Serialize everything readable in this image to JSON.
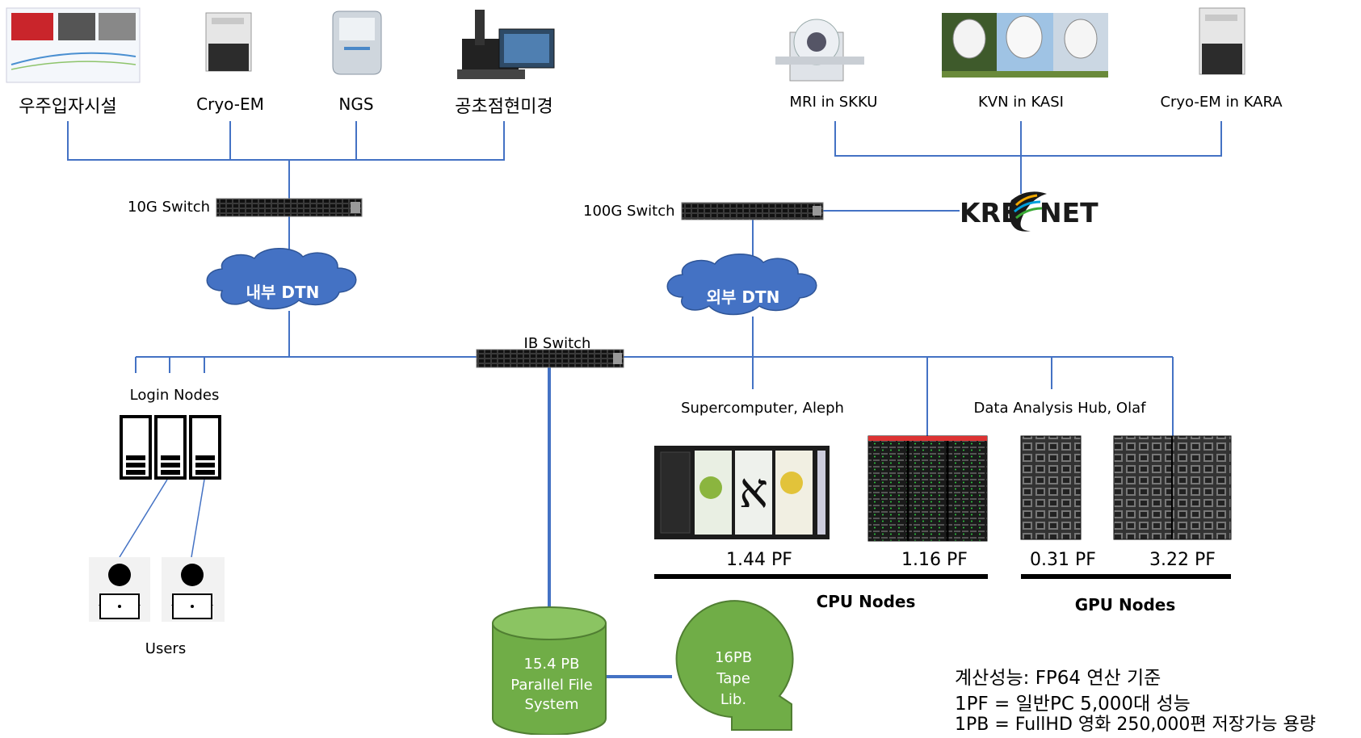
{
  "devices_left": {
    "cosmic_ray_facility": "우주입자시설",
    "cryo_em": "Cryo-EM",
    "ngs": "NGS",
    "confocal_microscope": "공초점현미경"
  },
  "devices_right": {
    "mri": "MRI in SKKU",
    "kvn": "KVN in KASI",
    "cryo_em_kara": "Cryo-EM in KARA"
  },
  "network": {
    "switch_10g": "10G Switch",
    "switch_100g": "100G Switch",
    "kreonet": "KREONET",
    "ib_switch": "IB Switch",
    "dtn_internal": "내부 DTN",
    "dtn_external": "외부 DTN"
  },
  "nodes": {
    "login_nodes": "Login Nodes",
    "users": "Users",
    "aleph": "Supercomputer, Aleph",
    "olaf": "Data Analysis Hub, Olaf"
  },
  "performance": {
    "aleph_pf": "1.44 PF",
    "cpu2_pf": "1.16 PF",
    "gpu1_pf": "0.31 PF",
    "gpu2_pf": "3.22 PF",
    "cpu_group": "CPU Nodes",
    "gpu_group": "GPU Nodes"
  },
  "storage": {
    "pfs_line1": "15.4 PB",
    "pfs_line2": "Parallel File",
    "pfs_line3": "System",
    "tape_line1": "16PB",
    "tape_line2": "Tape",
    "tape_line3": "Lib."
  },
  "notes": {
    "line1": "계산성능: FP64 연산 기준",
    "line2": "1PF = 일반PC 5,000대 성능",
    "line3": "1PB = FullHD 영화 250,000편 저장가능 용량"
  },
  "colors": {
    "line": "#4472C4",
    "cloud": "#4472C4",
    "storage": "#70AD47",
    "storage_border": "#507E32"
  }
}
